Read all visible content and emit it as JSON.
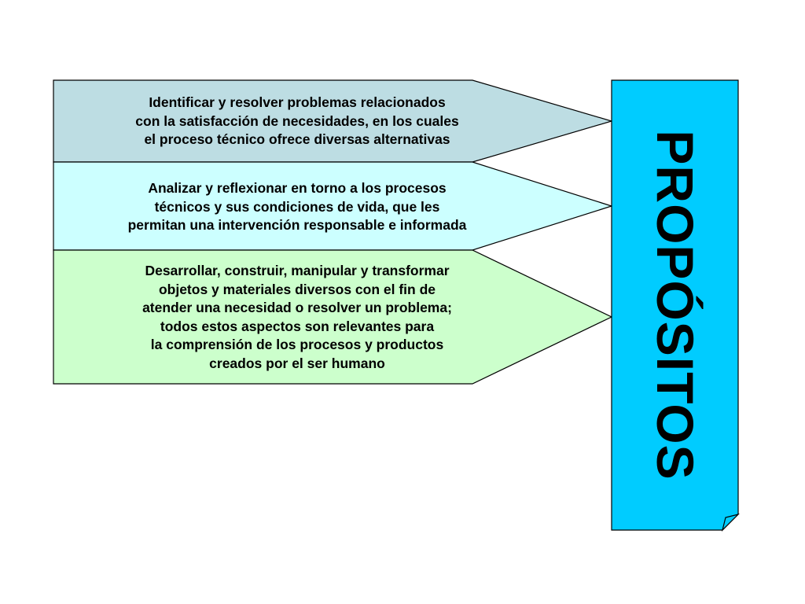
{
  "title": "PROPÓSITOS",
  "colors": {
    "block_1": "#bddde3",
    "block_2": "#ccffff",
    "block_3": "#ccffcc",
    "title_panel": "#00ccff",
    "outline": "#000000"
  },
  "blocks": [
    {
      "text": "Identificar y resolver problemas relacionados\ncon la satisfacción de necesidades, en los cuales\nel proceso técnico ofrece diversas alternativas"
    },
    {
      "text": "Analizar y reflexionar en torno a los procesos\ntécnicos y sus condiciones de vida, que les\npermitan una intervención responsable e informada"
    },
    {
      "text": "Desarrollar, construir, manipular y transformar\nobjetos y materiales diversos con el fin de\natender una necesidad o resolver un problema;\ntodos estos aspectos  son relevantes para\nla comprensión de los procesos y productos\ncreados por el ser humano"
    }
  ]
}
